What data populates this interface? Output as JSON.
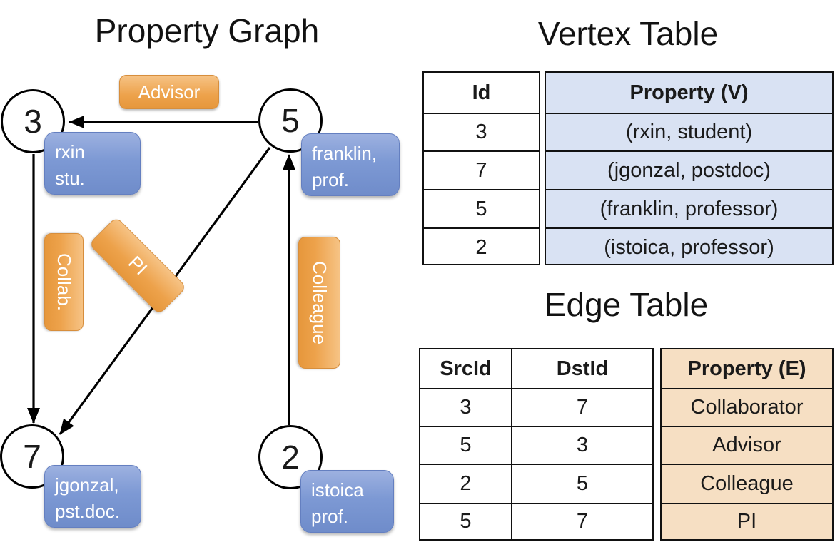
{
  "panels": {
    "graph_title": "Property Graph",
    "vertex_title": "Vertex Table",
    "edge_title": "Edge Table"
  },
  "graph": {
    "nodes": [
      {
        "id": "3",
        "line1": "rxin",
        "line2": "stu."
      },
      {
        "id": "5",
        "line1": "franklin,",
        "line2": "prof."
      },
      {
        "id": "7",
        "line1": "jgonzal,",
        "line2": "pst.doc."
      },
      {
        "id": "2",
        "line1": "istoica",
        "line2": "prof."
      }
    ],
    "edge_labels": {
      "advisor": "Advisor",
      "collab": "Collab.",
      "pi": "PI",
      "colleague": "Colleague"
    }
  },
  "vertex_table": {
    "headers": {
      "id": "Id",
      "property": "Property (V)"
    },
    "rows": [
      {
        "id": "3",
        "property": "(rxin, student)"
      },
      {
        "id": "7",
        "property": "(jgonzal, postdoc)"
      },
      {
        "id": "5",
        "property": "(franklin, professor)"
      },
      {
        "id": "2",
        "property": "(istoica, professor)"
      }
    ]
  },
  "edge_table": {
    "headers": {
      "src": "SrcId",
      "dst": "DstId",
      "property": "Property (E)"
    },
    "rows": [
      {
        "src": "3",
        "dst": "7",
        "property": "Collaborator"
      },
      {
        "src": "5",
        "dst": "3",
        "property": "Advisor"
      },
      {
        "src": "2",
        "dst": "5",
        "property": "Colleague"
      },
      {
        "src": "5",
        "dst": "7",
        "property": "PI"
      }
    ]
  },
  "colors": {
    "edge_pill": "#eda24b",
    "vertex_box": "#7d99d4",
    "vertex_cell_bg": "#d9e2f3",
    "edge_cell_bg": "#f6dfc3",
    "line": "#000000"
  }
}
